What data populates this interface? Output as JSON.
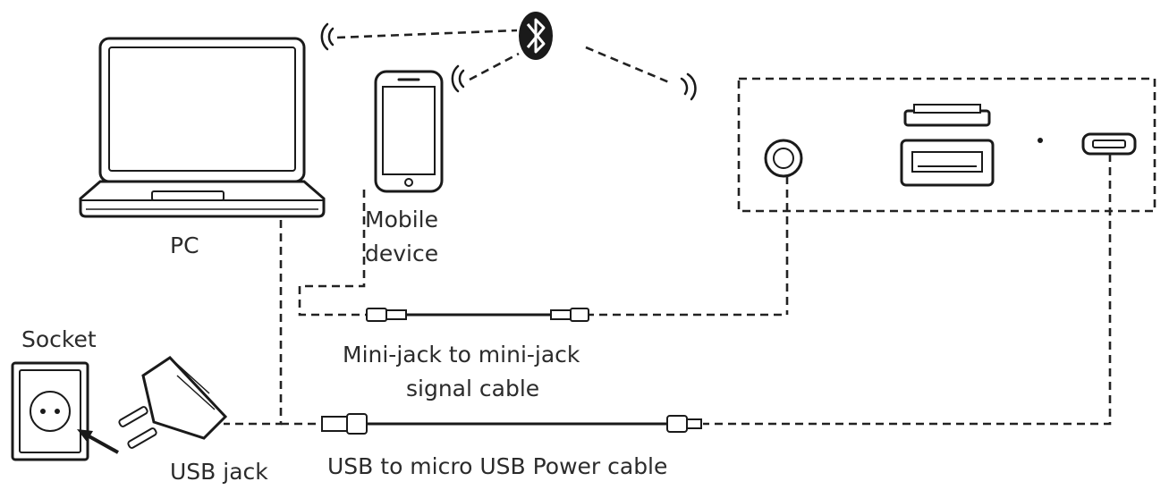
{
  "labels": {
    "pc": "PC",
    "mobile_line1": "Mobile",
    "mobile_line2": "device",
    "socket": "Socket",
    "usb_jack": "USB jack",
    "minijack_line1": "Mini-jack to mini-jack",
    "minijack_line2": "signal cable",
    "usb_cable": "USB to micro USB Power cable"
  },
  "icons": {
    "bluetooth": "bluetooth-icon",
    "wireless": "wireless-signal-icon"
  }
}
